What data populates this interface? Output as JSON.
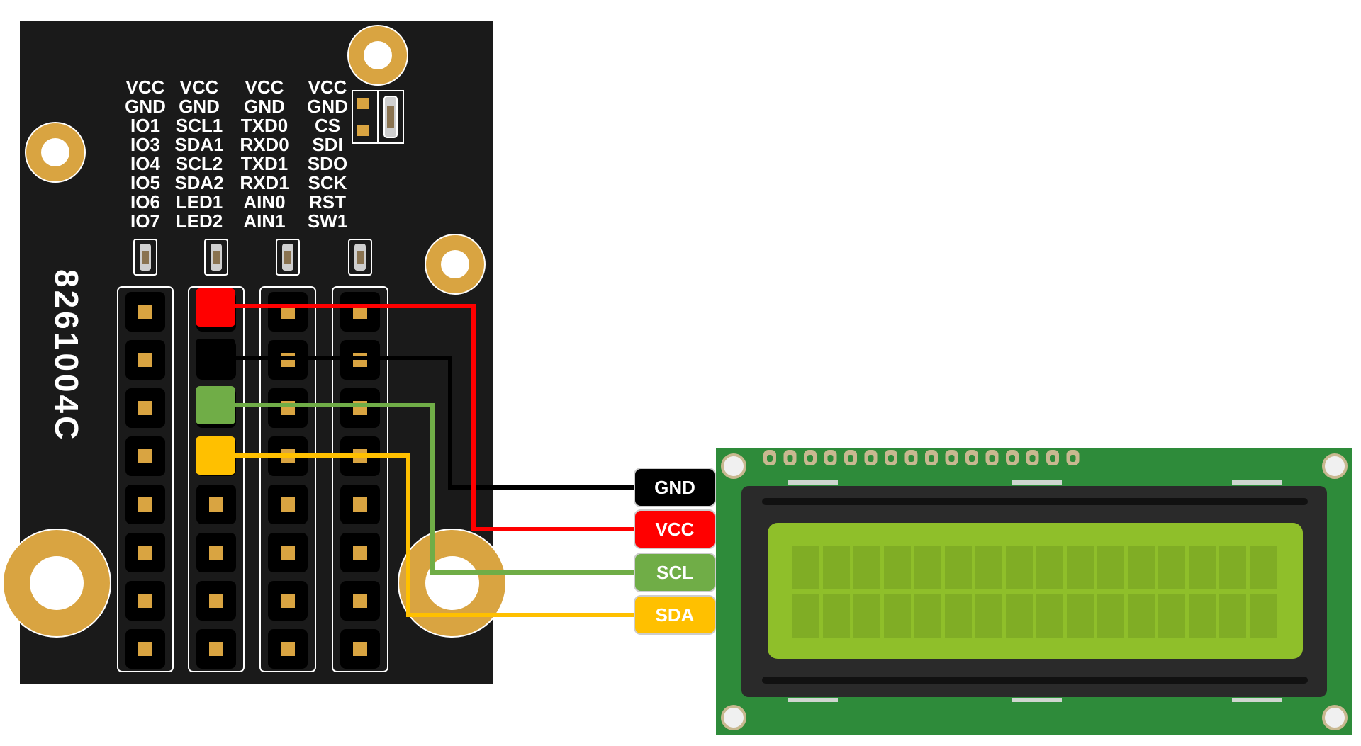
{
  "board": {
    "id_text": "8261004C",
    "columns": [
      [
        "VCC",
        "GND",
        "IO1",
        "IO3",
        "IO4",
        "IO5",
        "IO6",
        "IO7"
      ],
      [
        "VCC",
        "GND",
        "SCL1",
        "SDA1",
        "SCL2",
        "SDA2",
        "LED1",
        "LED2"
      ],
      [
        "VCC",
        "GND",
        "TXD0",
        "RXD0",
        "TXD1",
        "RXD1",
        "AIN0",
        "AIN1"
      ],
      [
        "VCC",
        "GND",
        "CS",
        "SDI",
        "SDO",
        "SCK",
        "RST",
        "SW1"
      ]
    ]
  },
  "connections": [
    {
      "label": "GND",
      "color": "#000000",
      "text_color": "#ffffff"
    },
    {
      "label": "VCC",
      "color": "#ff0000",
      "text_color": "#ffffff"
    },
    {
      "label": "SCL",
      "color": "#70ad47",
      "text_color": "#ffffff"
    },
    {
      "label": "SDA",
      "color": "#ffc000",
      "text_color": "#ffffff"
    }
  ],
  "colors": {
    "board": "#1a1a1a",
    "pad": "#d9a441",
    "lcd_pcb": "#2e8b3a",
    "lcd_screen": "#8fbf2a"
  }
}
